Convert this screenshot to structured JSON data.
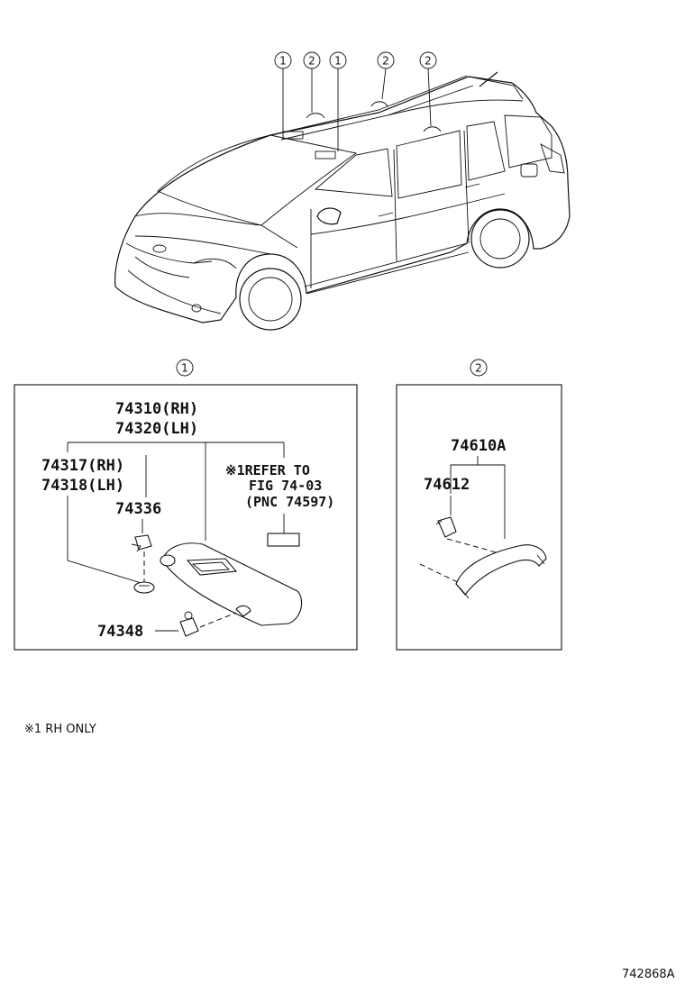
{
  "callouts": {
    "top": [
      "1",
      "2",
      "1",
      "2",
      "2"
    ],
    "panel1": "1",
    "panel2": "2"
  },
  "panel1": {
    "visor_rh": "74310(RH)",
    "visor_lh": "74320(LH)",
    "holder_rh": "74317(RH)",
    "holder_lh": "74318(LH)",
    "clip": "74336",
    "refer_line1": "※1REFER TO",
    "refer_line2": "FIG 74-03",
    "refer_line3": "(PNC 74597)",
    "bracket": "74348"
  },
  "panel2": {
    "grip_assy": "74610A",
    "cover": "74612"
  },
  "footnote": "※1 RH ONLY",
  "figure_id": "742868A"
}
